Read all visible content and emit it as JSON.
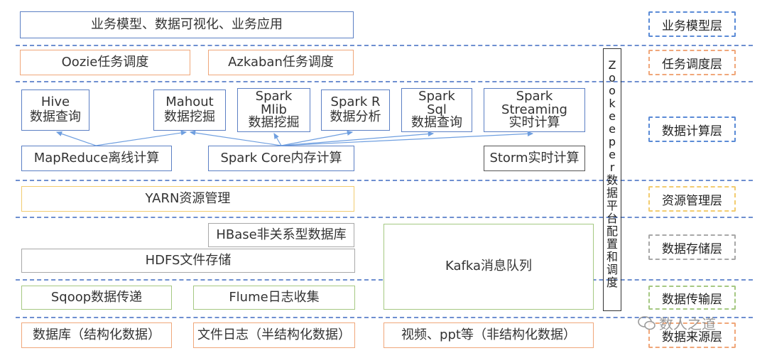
{
  "layers": {
    "app": "业务模型层",
    "schedule": "任务调度层",
    "compute": "数据计算层",
    "resource": "资源管理层",
    "storage": "数据存储层",
    "transfer": "数据传输层",
    "source": "数据来源层"
  },
  "boxes": {
    "business": "业务模型、数据可视化、业务应用",
    "oozie": "Oozie任务调度",
    "azkaban": "Azkaban任务调度",
    "hive": "Hive\n数据查询",
    "mahout": "Mahout\n数据挖掘",
    "mlib": "Spark\nMlib\n数据挖掘",
    "sparkr": "Spark R\n数据分析",
    "sparksql": "Spark\nSql\n数据查询",
    "streaming": "Spark\nStreaming\n实时计算",
    "mapreduce": "MapReduce离线计算",
    "sparkcore": "Spark Core内存计算",
    "storm": "Storm实时计算",
    "yarn": "YARN资源管理",
    "hbase": "HBase非关系型数据库",
    "hdfs": "HDFS文件存储",
    "kafka": "Kafka消息队列",
    "sqoop": "Sqoop数据传递",
    "flume": "Flume日志收集",
    "db": "数据库（结构化数据）",
    "logs": "文件日志（半结构化数据）",
    "media": "视频、ppt等（非结构化数据）"
  },
  "zookeeper": "Zookeeper数据平台配置和调度",
  "watermark": "数人之道",
  "colors": {
    "blue": "#5b7fc4",
    "orange": "#f0a77a",
    "gray": "#a8a8a8",
    "yellow": "#f2cc70",
    "green": "#a5c882",
    "dash": "#6e8fd0",
    "arrow": "#6f9fe0"
  }
}
